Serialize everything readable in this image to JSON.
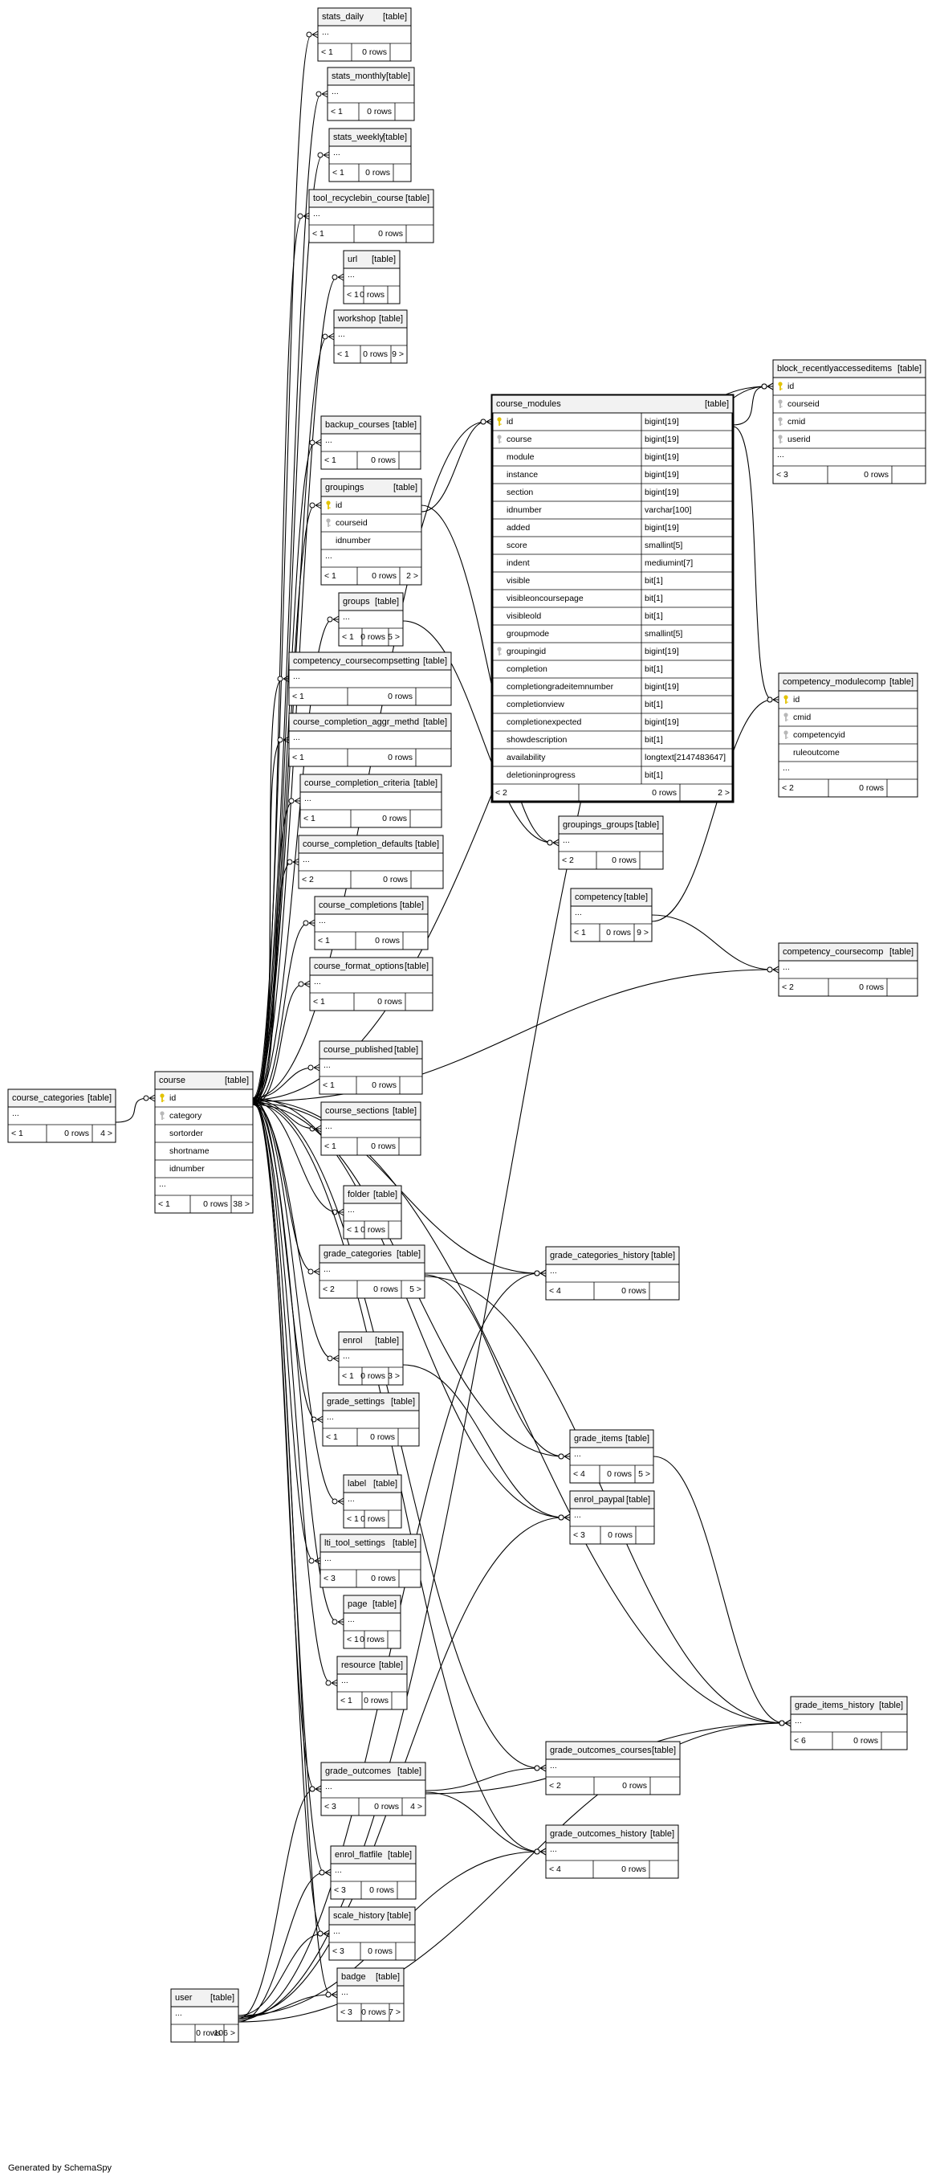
{
  "footer": "Generated by SchemaSpy",
  "tables": [
    {
      "id": "stats_daily",
      "name": "stats_daily",
      "tag": "[table]",
      "rows": [],
      "ellipsis": true,
      "stats": [
        "< 1",
        "0 rows",
        ""
      ]
    },
    {
      "id": "stats_monthly",
      "name": "stats_monthly",
      "tag": "[table]",
      "rows": [],
      "ellipsis": true,
      "stats": [
        "< 1",
        "0 rows",
        ""
      ]
    },
    {
      "id": "stats_weekly",
      "name": "stats_weekly",
      "tag": "[table]",
      "rows": [],
      "ellipsis": true,
      "stats": [
        "< 1",
        "0 rows",
        ""
      ]
    },
    {
      "id": "tool_recyclebin_course",
      "name": "tool_recyclebin_course",
      "tag": "[table]",
      "rows": [],
      "ellipsis": true,
      "stats": [
        "< 1",
        "0 rows",
        ""
      ]
    },
    {
      "id": "url",
      "name": "url",
      "tag": "[table]",
      "rows": [],
      "ellipsis": true,
      "stats": [
        "< 1",
        "0 rows",
        ""
      ]
    },
    {
      "id": "workshop",
      "name": "workshop",
      "tag": "[table]",
      "rows": [],
      "ellipsis": true,
      "stats": [
        "< 1",
        "0 rows",
        "9 >"
      ]
    },
    {
      "id": "backup_courses",
      "name": "backup_courses",
      "tag": "[table]",
      "rows": [],
      "ellipsis": true,
      "stats": [
        "< 1",
        "0 rows",
        ""
      ]
    },
    {
      "id": "groupings",
      "name": "groupings",
      "tag": "[table]",
      "rows": [
        {
          "name": "id",
          "key": "pk"
        },
        {
          "name": "courseid",
          "key": "fk"
        },
        {
          "name": "idnumber",
          "key": ""
        }
      ],
      "ellipsis": true,
      "stats": [
        "< 1",
        "0 rows",
        "2 >"
      ]
    },
    {
      "id": "groups",
      "name": "groups",
      "tag": "[table]",
      "rows": [],
      "ellipsis": true,
      "stats": [
        "< 1",
        "0 rows",
        "5 >"
      ]
    },
    {
      "id": "competency_coursecompsetting",
      "name": "competency_coursecompsetting",
      "tag": "[table]",
      "rows": [],
      "ellipsis": true,
      "stats": [
        "< 1",
        "0 rows",
        ""
      ]
    },
    {
      "id": "course_completion_aggr_methd",
      "name": "course_completion_aggr_methd",
      "tag": "[table]",
      "rows": [],
      "ellipsis": true,
      "stats": [
        "< 1",
        "0 rows",
        ""
      ]
    },
    {
      "id": "course_completion_criteria",
      "name": "course_completion_criteria",
      "tag": "[table]",
      "rows": [],
      "ellipsis": true,
      "stats": [
        "< 1",
        "0 rows",
        ""
      ]
    },
    {
      "id": "course_completion_defaults",
      "name": "course_completion_defaults",
      "tag": "[table]",
      "rows": [],
      "ellipsis": true,
      "stats": [
        "< 2",
        "0 rows",
        ""
      ]
    },
    {
      "id": "course_completions",
      "name": "course_completions",
      "tag": "[table]",
      "rows": [],
      "ellipsis": true,
      "stats": [
        "< 1",
        "0 rows",
        ""
      ]
    },
    {
      "id": "course_format_options",
      "name": "course_format_options",
      "tag": "[table]",
      "rows": [],
      "ellipsis": true,
      "stats": [
        "< 1",
        "0 rows",
        ""
      ]
    },
    {
      "id": "course_published",
      "name": "course_published",
      "tag": "[table]",
      "rows": [],
      "ellipsis": true,
      "stats": [
        "< 1",
        "0 rows",
        ""
      ]
    },
    {
      "id": "course_sections",
      "name": "course_sections",
      "tag": "[table]",
      "rows": [],
      "ellipsis": true,
      "stats": [
        "< 1",
        "0 rows",
        ""
      ]
    },
    {
      "id": "folder",
      "name": "folder",
      "tag": "[table]",
      "rows": [],
      "ellipsis": true,
      "stats": [
        "< 1",
        "0 rows",
        ""
      ]
    },
    {
      "id": "grade_categories",
      "name": "grade_categories",
      "tag": "[table]",
      "rows": [],
      "ellipsis": true,
      "stats": [
        "< 2",
        "0 rows",
        "5 >"
      ]
    },
    {
      "id": "enrol",
      "name": "enrol",
      "tag": "[table]",
      "rows": [],
      "ellipsis": true,
      "stats": [
        "< 1",
        "0 rows",
        "3 >"
      ]
    },
    {
      "id": "grade_settings",
      "name": "grade_settings",
      "tag": "[table]",
      "rows": [],
      "ellipsis": true,
      "stats": [
        "< 1",
        "0 rows",
        ""
      ]
    },
    {
      "id": "label",
      "name": "label",
      "tag": "[table]",
      "rows": [],
      "ellipsis": true,
      "stats": [
        "< 1",
        "0 rows",
        ""
      ]
    },
    {
      "id": "lti_tool_settings",
      "name": "lti_tool_settings",
      "tag": "[table]",
      "rows": [],
      "ellipsis": true,
      "stats": [
        "< 3",
        "0 rows",
        ""
      ]
    },
    {
      "id": "page",
      "name": "page",
      "tag": "[table]",
      "rows": [],
      "ellipsis": true,
      "stats": [
        "< 1",
        "0 rows",
        ""
      ]
    },
    {
      "id": "resource",
      "name": "resource",
      "tag": "[table]",
      "rows": [],
      "ellipsis": true,
      "stats": [
        "< 1",
        "0 rows",
        ""
      ]
    },
    {
      "id": "grade_outcomes",
      "name": "grade_outcomes",
      "tag": "[table]",
      "rows": [],
      "ellipsis": true,
      "stats": [
        "< 3",
        "0 rows",
        "4 >"
      ]
    },
    {
      "id": "enrol_flatfile",
      "name": "enrol_flatfile",
      "tag": "[table]",
      "rows": [],
      "ellipsis": true,
      "stats": [
        "< 3",
        "0 rows",
        ""
      ]
    },
    {
      "id": "scale_history",
      "name": "scale_history",
      "tag": "[table]",
      "rows": [],
      "ellipsis": true,
      "stats": [
        "< 3",
        "0 rows",
        ""
      ]
    },
    {
      "id": "badge",
      "name": "badge",
      "tag": "[table]",
      "rows": [],
      "ellipsis": true,
      "stats": [
        "< 3",
        "0 rows",
        "7 >"
      ]
    },
    {
      "id": "user",
      "name": "user",
      "tag": "[table]",
      "rows": [],
      "ellipsis": true,
      "stats": [
        "",
        "0 rows",
        "106 >"
      ]
    },
    {
      "id": "course_categories",
      "name": "course_categories",
      "tag": "[table]",
      "rows": [],
      "ellipsis": true,
      "stats": [
        "< 1",
        "0 rows",
        "4 >"
      ]
    },
    {
      "id": "course",
      "name": "course",
      "tag": "[table]",
      "rows": [
        {
          "name": "id",
          "key": "pk"
        },
        {
          "name": "category",
          "key": "fk"
        },
        {
          "name": "sortorder",
          "key": ""
        },
        {
          "name": "shortname",
          "key": ""
        },
        {
          "name": "idnumber",
          "key": ""
        }
      ],
      "ellipsis": true,
      "stats": [
        "< 1",
        "0 rows",
        "38 >"
      ]
    },
    {
      "id": "course_modules",
      "name": "course_modules",
      "tag": "[table]",
      "rows": [
        {
          "name": "id",
          "type": "bigint[19]",
          "key": "pk"
        },
        {
          "name": "course",
          "type": "bigint[19]",
          "key": "fk"
        },
        {
          "name": "module",
          "type": "bigint[19]",
          "key": ""
        },
        {
          "name": "instance",
          "type": "bigint[19]",
          "key": ""
        },
        {
          "name": "section",
          "type": "bigint[19]",
          "key": ""
        },
        {
          "name": "idnumber",
          "type": "varchar[100]",
          "key": ""
        },
        {
          "name": "added",
          "type": "bigint[19]",
          "key": ""
        },
        {
          "name": "score",
          "type": "smallint[5]",
          "key": ""
        },
        {
          "name": "indent",
          "type": "mediumint[7]",
          "key": ""
        },
        {
          "name": "visible",
          "type": "bit[1]",
          "key": ""
        },
        {
          "name": "visibleoncoursepage",
          "type": "bit[1]",
          "key": ""
        },
        {
          "name": "visibleold",
          "type": "bit[1]",
          "key": ""
        },
        {
          "name": "groupmode",
          "type": "smallint[5]",
          "key": ""
        },
        {
          "name": "groupingid",
          "type": "bigint[19]",
          "key": "fk"
        },
        {
          "name": "completion",
          "type": "bit[1]",
          "key": ""
        },
        {
          "name": "completiongradeitemnumber",
          "type": "bigint[19]",
          "key": ""
        },
        {
          "name": "completionview",
          "type": "bit[1]",
          "key": ""
        },
        {
          "name": "completionexpected",
          "type": "bigint[19]",
          "key": ""
        },
        {
          "name": "showdescription",
          "type": "bit[1]",
          "key": ""
        },
        {
          "name": "availability",
          "type": "longtext[2147483647]",
          "key": ""
        },
        {
          "name": "deletioninprogress",
          "type": "bit[1]",
          "key": ""
        }
      ],
      "ellipsis": false,
      "stats": [
        "< 2",
        "0 rows",
        "2 >"
      ]
    },
    {
      "id": "block_recentlyaccesseditems",
      "name": "block_recentlyaccesseditems",
      "tag": "[table]",
      "rows": [
        {
          "name": "id",
          "key": "pk"
        },
        {
          "name": "courseid",
          "key": "fk"
        },
        {
          "name": "cmid",
          "key": "fk"
        },
        {
          "name": "userid",
          "key": "fk"
        }
      ],
      "ellipsis": true,
      "stats": [
        "< 3",
        "0 rows",
        ""
      ]
    },
    {
      "id": "competency_modulecomp",
      "name": "competency_modulecomp",
      "tag": "[table]",
      "rows": [
        {
          "name": "id",
          "key": "pk"
        },
        {
          "name": "cmid",
          "key": "fk"
        },
        {
          "name": "competencyid",
          "key": "fk"
        },
        {
          "name": "ruleoutcome",
          "key": ""
        }
      ],
      "ellipsis": true,
      "stats": [
        "< 2",
        "0 rows",
        ""
      ]
    },
    {
      "id": "groupings_groups",
      "name": "groupings_groups",
      "tag": "[table]",
      "rows": [],
      "ellipsis": true,
      "stats": [
        "< 2",
        "0 rows",
        ""
      ]
    },
    {
      "id": "competency",
      "name": "competency",
      "tag": "[table]",
      "rows": [],
      "ellipsis": true,
      "stats": [
        "< 1",
        "0 rows",
        "9 >"
      ]
    },
    {
      "id": "competency_coursecomp",
      "name": "competency_coursecomp",
      "tag": "[table]",
      "rows": [],
      "ellipsis": true,
      "stats": [
        "< 2",
        "0 rows",
        ""
      ]
    },
    {
      "id": "grade_categories_history",
      "name": "grade_categories_history",
      "tag": "[table]",
      "rows": [],
      "ellipsis": true,
      "stats": [
        "< 4",
        "0 rows",
        ""
      ]
    },
    {
      "id": "grade_items",
      "name": "grade_items",
      "tag": "[table]",
      "rows": [],
      "ellipsis": true,
      "stats": [
        "< 4",
        "0 rows",
        "5 >"
      ]
    },
    {
      "id": "enrol_paypal",
      "name": "enrol_paypal",
      "tag": "[table]",
      "rows": [],
      "ellipsis": true,
      "stats": [
        "< 3",
        "0 rows",
        ""
      ]
    },
    {
      "id": "grade_items_history",
      "name": "grade_items_history",
      "tag": "[table]",
      "rows": [],
      "ellipsis": true,
      "stats": [
        "< 6",
        "0 rows",
        ""
      ]
    },
    {
      "id": "grade_outcomes_courses",
      "name": "grade_outcomes_courses",
      "tag": "[table]",
      "rows": [],
      "ellipsis": true,
      "stats": [
        "< 2",
        "0 rows",
        ""
      ]
    },
    {
      "id": "grade_outcomes_history",
      "name": "grade_outcomes_history",
      "tag": "[table]",
      "rows": [],
      "ellipsis": true,
      "stats": [
        "< 4",
        "0 rows",
        ""
      ]
    }
  ],
  "relations": [
    [
      "course",
      "stats_daily"
    ],
    [
      "course",
      "stats_monthly"
    ],
    [
      "course",
      "stats_weekly"
    ],
    [
      "course",
      "tool_recyclebin_course"
    ],
    [
      "course",
      "url"
    ],
    [
      "course",
      "workshop"
    ],
    [
      "course",
      "backup_courses"
    ],
    [
      "course",
      "groupings"
    ],
    [
      "course",
      "groups"
    ],
    [
      "course",
      "competency_coursecompsetting"
    ],
    [
      "course",
      "course_completion_aggr_methd"
    ],
    [
      "course",
      "course_completion_criteria"
    ],
    [
      "course",
      "course_completion_defaults"
    ],
    [
      "course",
      "course_completions"
    ],
    [
      "course",
      "course_format_options"
    ],
    [
      "course",
      "course_published"
    ],
    [
      "course",
      "course_sections"
    ],
    [
      "course",
      "folder"
    ],
    [
      "course",
      "grade_categories"
    ],
    [
      "course",
      "enrol"
    ],
    [
      "course",
      "grade_settings"
    ],
    [
      "course",
      "label"
    ],
    [
      "course",
      "lti_tool_settings"
    ],
    [
      "course",
      "page"
    ],
    [
      "course",
      "resource"
    ],
    [
      "course",
      "grade_outcomes"
    ],
    [
      "course",
      "enrol_flatfile"
    ],
    [
      "course",
      "scale_history"
    ],
    [
      "course",
      "badge"
    ],
    [
      "course_categories",
      "course"
    ],
    [
      "course",
      "course_modules"
    ],
    [
      "course",
      "block_recentlyaccesseditems"
    ],
    [
      "course",
      "competency_coursecomp"
    ],
    [
      "course",
      "grade_categories_history"
    ],
    [
      "course",
      "grade_items"
    ],
    [
      "course",
      "enrol_paypal"
    ],
    [
      "course",
      "grade_items_history"
    ],
    [
      "course",
      "grade_outcomes_courses"
    ],
    [
      "course",
      "grade_outcomes_history"
    ],
    [
      "groupings",
      "course_modules"
    ],
    [
      "groupings",
      "groupings_groups"
    ],
    [
      "groups",
      "groupings_groups"
    ],
    [
      "course_modules",
      "block_recentlyaccesseditems"
    ],
    [
      "course_modules",
      "competency_modulecomp"
    ],
    [
      "competency",
      "competency_modulecomp"
    ],
    [
      "competency",
      "competency_coursecomp"
    ],
    [
      "grade_categories",
      "grade_categories_history"
    ],
    [
      "grade_categories",
      "grade_items"
    ],
    [
      "grade_categories",
      "grade_items_history"
    ],
    [
      "enrol",
      "enrol_paypal"
    ],
    [
      "grade_items",
      "grade_items_history"
    ],
    [
      "grade_outcomes",
      "grade_outcomes_courses"
    ],
    [
      "grade_outcomes",
      "grade_outcomes_history"
    ],
    [
      "grade_outcomes",
      "grade_items_history"
    ],
    [
      "user",
      "enrol_flatfile"
    ],
    [
      "user",
      "scale_history"
    ],
    [
      "user",
      "badge"
    ],
    [
      "user",
      "grade_outcomes"
    ],
    [
      "user",
      "grade_categories_history"
    ],
    [
      "user",
      "grade_items_history"
    ],
    [
      "user",
      "grade_outcomes_history"
    ],
    [
      "user",
      "enrol_paypal"
    ],
    [
      "user",
      "block_recentlyaccesseditems"
    ]
  ]
}
